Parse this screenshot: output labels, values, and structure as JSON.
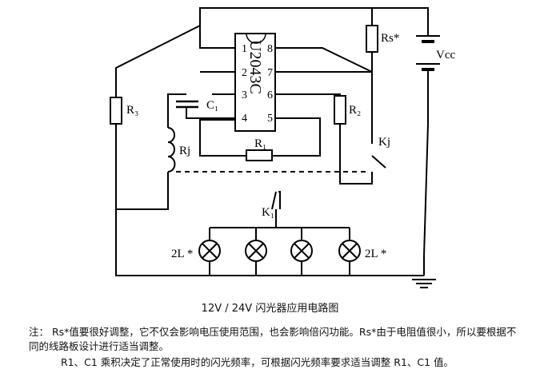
{
  "chip": {
    "name": "U2043C",
    "pins_left": [
      "1",
      "2",
      "3",
      "4"
    ],
    "pins_right": [
      "8",
      "7",
      "6",
      "5"
    ]
  },
  "labels": {
    "rs": "Rs*",
    "vcc": "Vcc",
    "r3": "R₃",
    "c1": "C₁",
    "r2": "R₂",
    "r1": "R₁",
    "rj": "Rj",
    "kj": "Kj",
    "k1": "K₁",
    "lamp_left": "2L *",
    "lamp_right": "2L *"
  },
  "caption": "12V / 24V 闪光器应用电路图",
  "note": {
    "line1": "注： Rs*值要很好调整，它不仅会影响电压使用范围，也会影响倍闪功能。Rs*由于电阻值很小，所以要根据不同的线路板设计进行适当调整。",
    "line2": "R1、C1 乘积决定了正常使用时的闪光频率，可根据闪光频率要求适当调整 R1、C1 值。"
  }
}
